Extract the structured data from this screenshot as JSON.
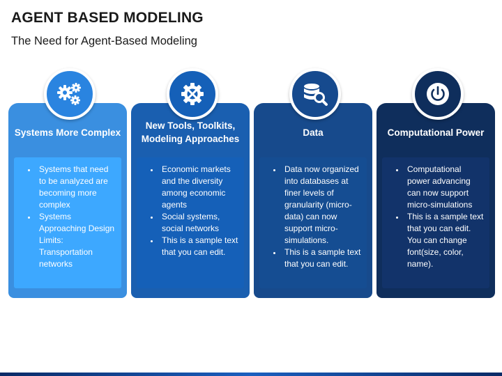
{
  "header": {
    "title": "AGENT BASED MODELING",
    "subtitle": "The Need for Agent-Based Modeling"
  },
  "colors": {
    "card1": "#3a8fe0",
    "card1_body": "#3da8ff",
    "card1_circle": "#2a84e0",
    "card2": "#1a5fb0",
    "card2_body": "#1560b8",
    "card2_circle": "#1560b8",
    "card3": "#174a8c",
    "card3_body": "#154d92",
    "card3_circle": "#164a8e",
    "card4": "#0f2e5c",
    "card4_body": "#12336a",
    "card4_circle": "#0f2e5c"
  },
  "cards": [
    {
      "icon": "gears-icon",
      "heading": "Systems More Complex",
      "bullets": [
        "Systems that need to be analyzed are becoming more complex",
        "Systems Approaching Design Limits: Transportation networks"
      ]
    },
    {
      "icon": "tools-icon",
      "heading": "New Tools, Toolkits, Modeling Approaches",
      "bullets": [
        "Economic markets and the diversity among economic agents",
        "Social systems, social networks",
        "This is a sample text that you can edit."
      ]
    },
    {
      "icon": "database-search-icon",
      "heading": "Data",
      "bullets": [
        "Data now organized into databases at finer levels of granularity (micro-data) can now support micro-simulations.",
        "This is a sample text that you can edit."
      ]
    },
    {
      "icon": "power-icon",
      "heading": "Computational Power",
      "bullets": [
        "Computational power advancing can now support micro-simulations",
        "This is a sample text that you can edit. You can change font(size, color, name)."
      ]
    }
  ]
}
